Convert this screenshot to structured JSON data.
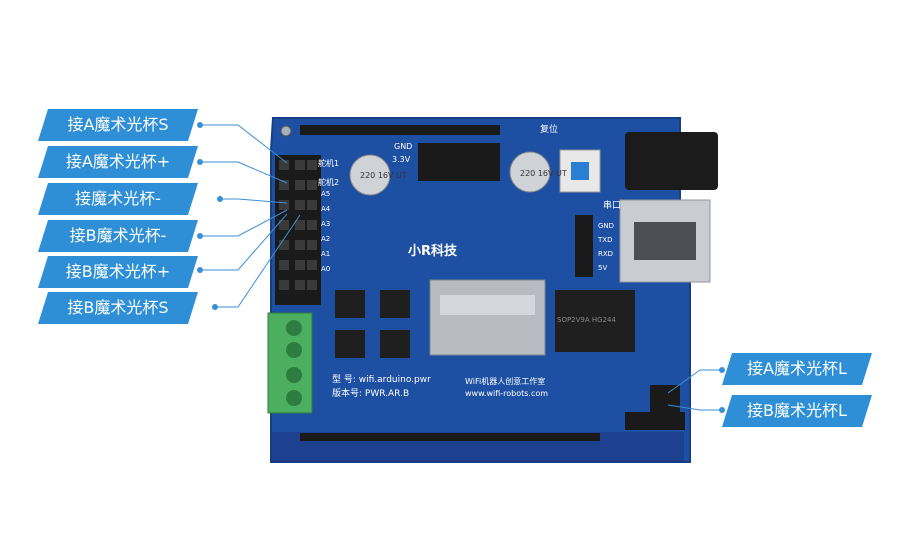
{
  "labels_left": [
    "接A魔术光杯S",
    "接A魔术光杯+",
    "接魔术光杯-",
    "接B魔术光杯-",
    "接B魔术光杯+",
    "接B魔术光杯S"
  ],
  "labels_right": [
    "接A魔术光杯L",
    "接B魔术光杯L"
  ],
  "board": {
    "reset_label": "复位",
    "serial_label": "串口",
    "brand": "小R科技",
    "model_line": "型  号: wifi.arduino.pwr",
    "version_line": "版本号: PWR.AR.B",
    "org_line": "WiFi机器人创意工作室",
    "url_line": "www.wifi-robots.com",
    "servo1": "舵机1",
    "servo2": "舵机2",
    "gnd": "GND",
    "v33": "3.3V",
    "cap1": "220\n16V\nUT",
    "cap2": "220\n16V\nUT",
    "pins_left": [
      "A5",
      "A4",
      "A3",
      "A2",
      "A1",
      "A0"
    ],
    "serial_pins": [
      "GND",
      "TXD",
      "RXD",
      "5V"
    ],
    "chip_label": "SOP2V9A HG244"
  },
  "colors": {
    "label_bg": "#2f8fd6",
    "pcb": "#1d4fa3",
    "terminal": "#4cae5f"
  }
}
